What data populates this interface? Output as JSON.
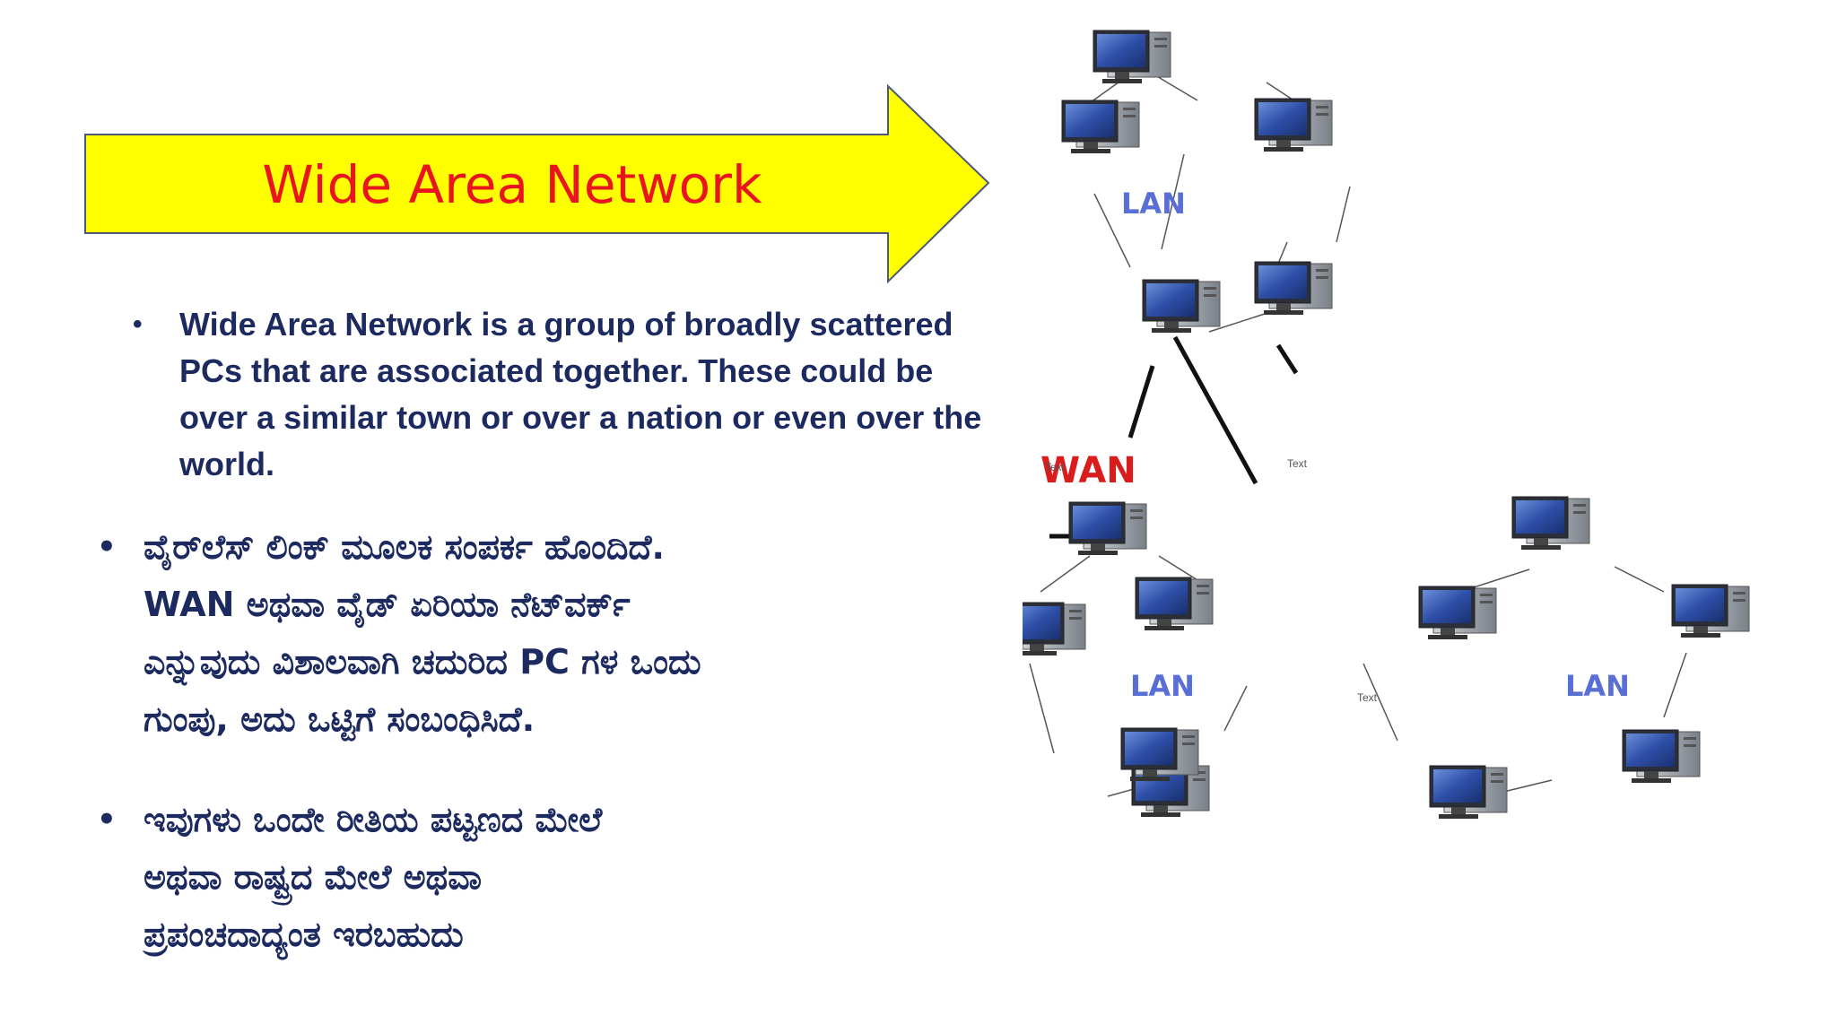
{
  "title": "Wide Area Network",
  "colors": {
    "arrow_fill": "#ffff00",
    "title_red": "#e8141e",
    "text_navy": "#1c2a60",
    "lan_blue": "#5a6fd6",
    "wan_red": "#d91c1c"
  },
  "english_bullet": "Wide Area Network is a group of broadly scattered PCs that are associated together. These could be over a similar town or over a nation or even over the world.",
  "kannada_bullets": [
    "ವೈರ್‌ಲೆಸ್ ಲಿಂಕ್ ಮೂಲಕ ಸಂಪರ್ಕ ಹೊಂದಿದೆ.\nWAN ಅಥವಾ ವೈಡ್ ಏರಿಯಾ ನೆಟ್‌ವರ್ಕ್\nಎನ್ನುವುದು ವಿಶಾಲವಾಗಿ ಚದುರಿದ PC ಗಳ ಒಂದು\nಗುಂಪು, ಅದು ಒಟ್ಟಿಗೆ ಸಂಬಂಧಿಸಿದೆ.",
    "ಇವುಗಳು ಒಂದೇ ರೀತಿಯ ಪಟ್ಟಣದ ಮೇಲೆ\nಅಥವಾ ರಾಷ್ಟ್ರದ ಮೇಲೆ ಅಥವಾ\nಪ್ರಪಂಚದಾದ್ಯಂತ ಇರಬಹುದು"
  ],
  "diagram": {
    "lan_label": "LAN",
    "wan_label": "WAN",
    "link_text": "Text",
    "icon": "desktop-computer-icon"
  }
}
